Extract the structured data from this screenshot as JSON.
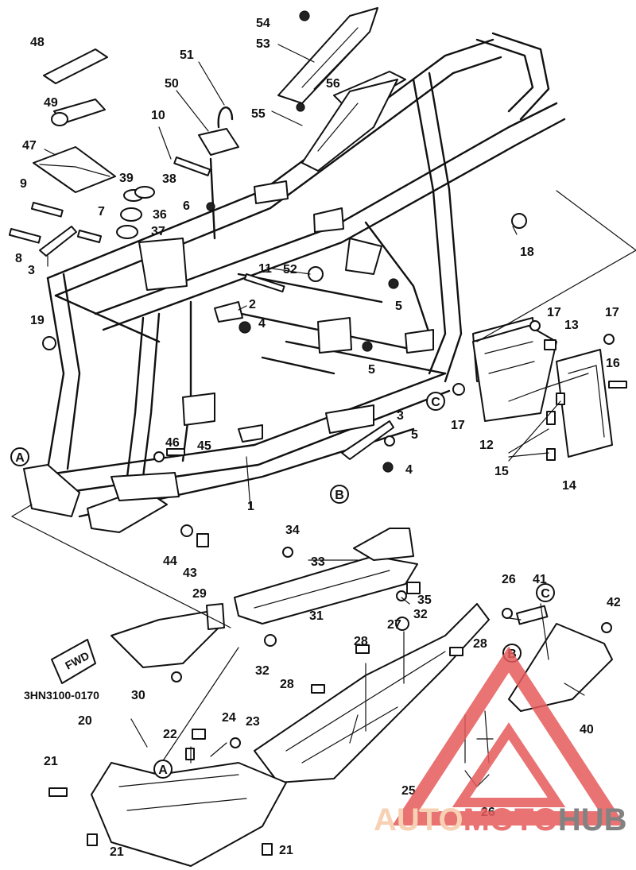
{
  "diagram": {
    "part_code": "3HN3100-0170",
    "fwd_label": "FWD",
    "refs": [
      {
        "id": "ref-a-1",
        "text": "A"
      },
      {
        "id": "ref-b-1",
        "text": "B"
      },
      {
        "id": "ref-c-1",
        "text": "C"
      },
      {
        "id": "ref-c-2",
        "text": "C"
      },
      {
        "id": "ref-b-2",
        "text": "B"
      },
      {
        "id": "ref-a-2",
        "text": "A"
      }
    ],
    "callouts": [
      "54",
      "53",
      "48",
      "51",
      "49",
      "50",
      "56",
      "55",
      "10",
      "47",
      "39",
      "38",
      "9",
      "6",
      "36",
      "7",
      "37",
      "8",
      "3",
      "18",
      "11",
      "52",
      "2",
      "5",
      "4",
      "19",
      "17",
      "17",
      "13",
      "16",
      "5",
      "12",
      "17",
      "15",
      "14",
      "3",
      "5",
      "46",
      "45",
      "4",
      "1",
      "34",
      "33",
      "44",
      "43",
      "29",
      "35",
      "26",
      "41",
      "42",
      "31",
      "32",
      "27",
      "28",
      "28",
      "32",
      "30",
      "28",
      "40",
      "20",
      "24",
      "22",
      "23",
      "21",
      "25",
      "26",
      "21",
      "21"
    ]
  },
  "watermark": {
    "part1": "AUTO",
    "part2": "MOTO",
    "part3": "HUB",
    "color_light": "#f6c9a7",
    "color_red": "#e65a5a",
    "color_gray": "#6d6d6d"
  }
}
